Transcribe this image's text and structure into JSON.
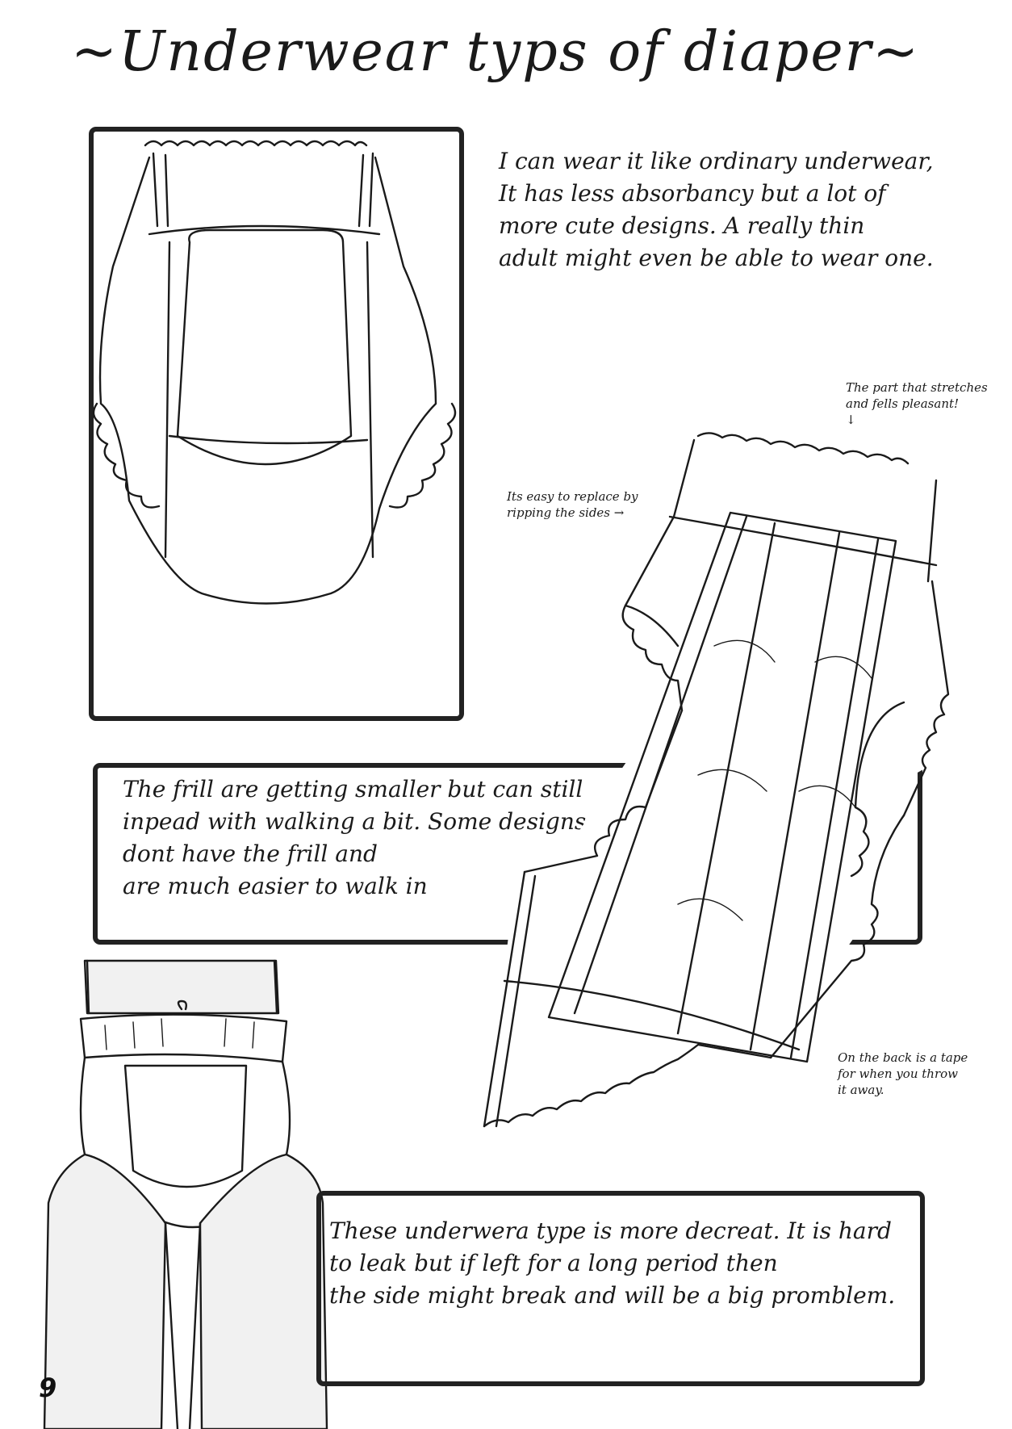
{
  "page": {
    "title": "~Underwear typs of diaper~",
    "page_number": "9"
  },
  "intro": {
    "text": "I can wear it like ordinary underwear,\n It has less absorbancy but a lot of\nmore cute designs. A really thin\nadult might even be able to wear one."
  },
  "annotations": {
    "stretch": "The part that stretches\nand fells pleasant!\n↓",
    "rip": "Its easy to replace by\nripping the sides      →",
    "tape": "On the back is a tape\nfor when you throw\nit away."
  },
  "frill_box": {
    "text": "The frill are getting smaller but can still\ninpead with walking a bit. Some designs\ndont have the frill and\nare much easier to walk in"
  },
  "leak_box": {
    "text": "These underwera type is more decreat. It is hard\nto leak but if left for a long period then\nthe side might break and will be a big promblem."
  },
  "colors": {
    "ink": "#1a1a1a",
    "frame": "#222222",
    "paper": "#ffffff",
    "leg_shade": "#f1f1f1"
  }
}
